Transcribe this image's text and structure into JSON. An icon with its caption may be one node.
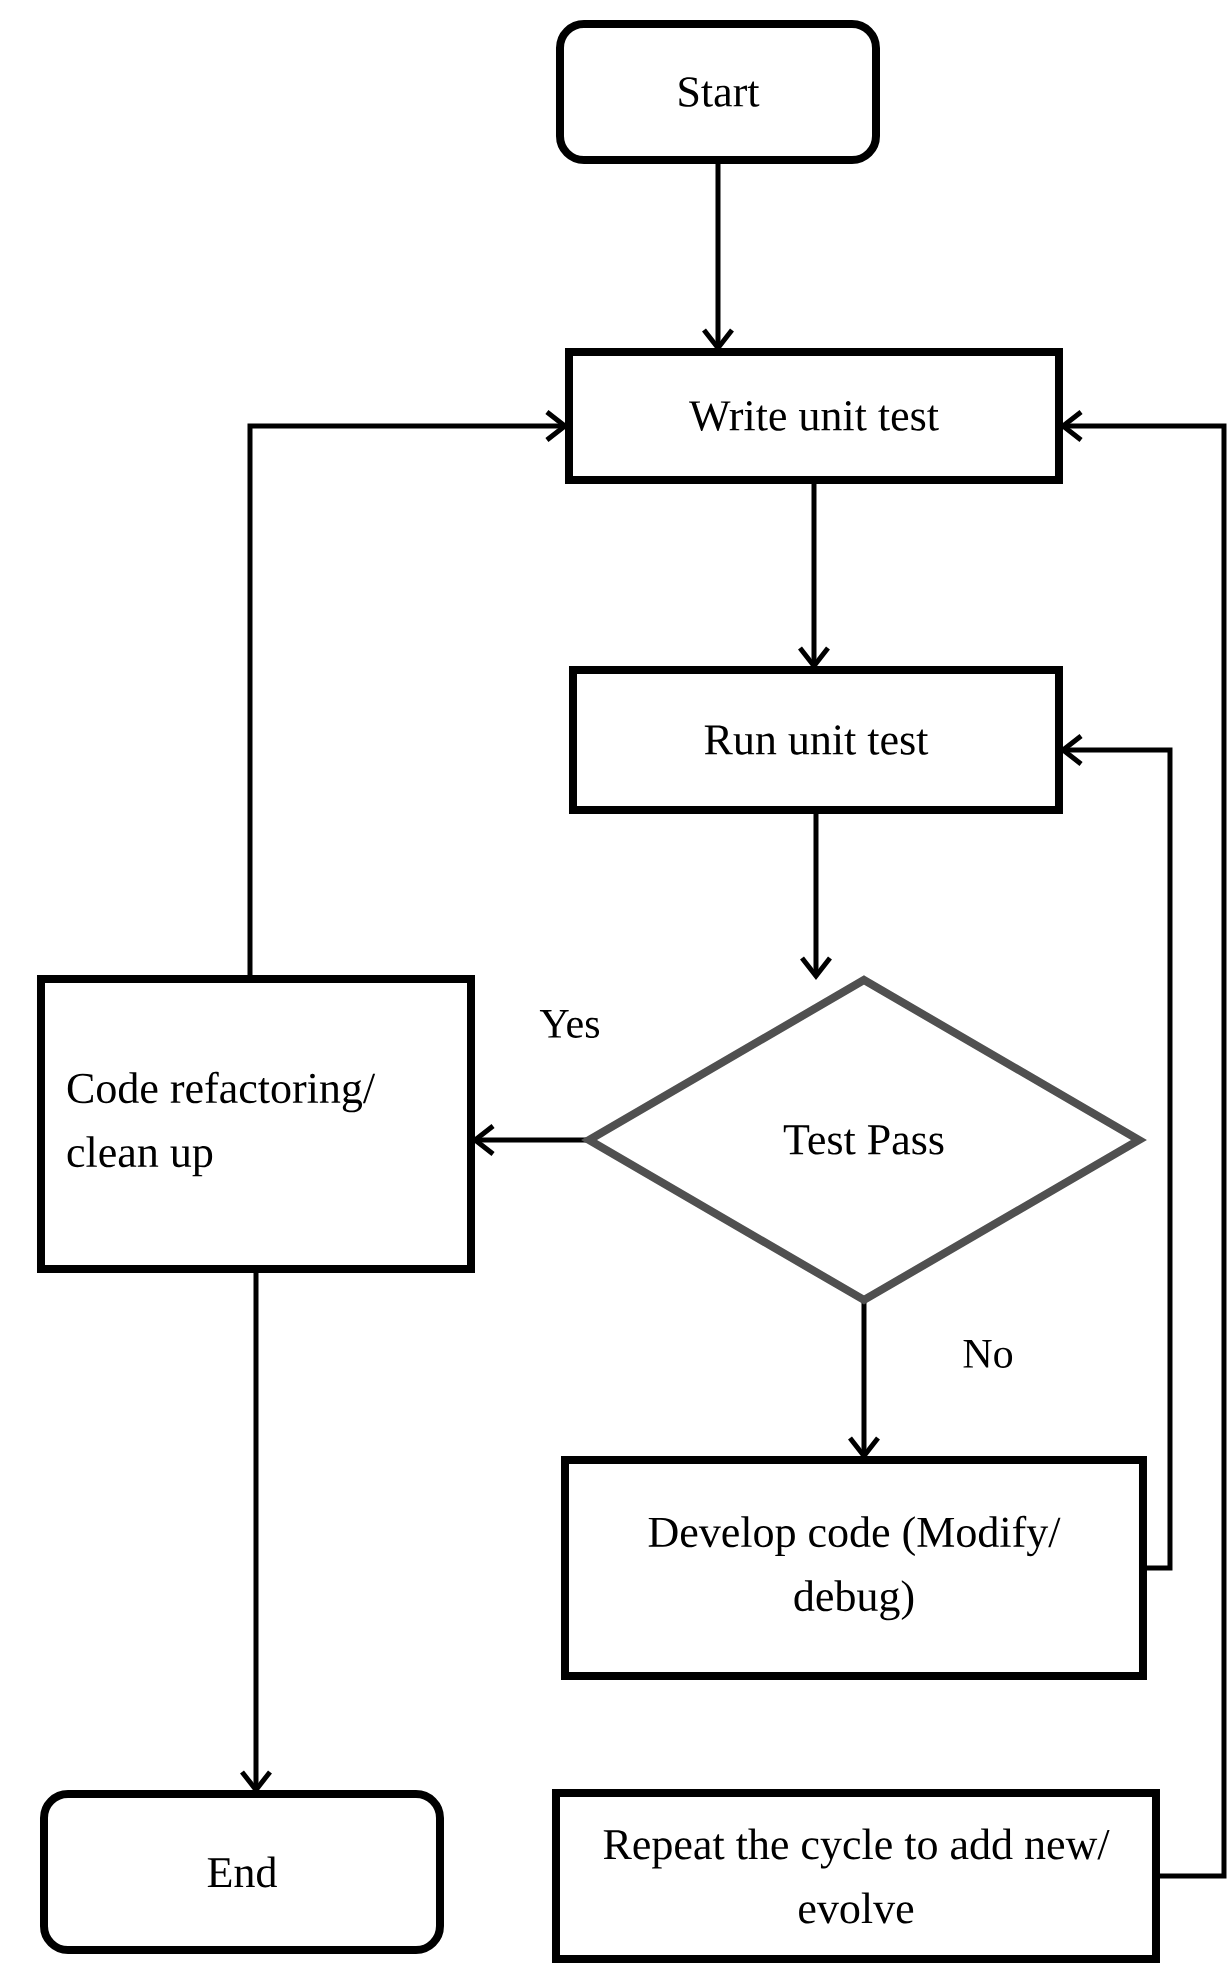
{
  "diagram": {
    "nodes": [
      {
        "text": [
          "Start"
        ]
      },
      {
        "text": [
          "Write unit test"
        ]
      },
      {
        "text": [
          "Run unit test"
        ]
      },
      {
        "text": [
          "Test Pass"
        ]
      },
      {
        "text": [
          "Code refactoring/ clean up"
        ]
      },
      {
        "text": [
          "Develop code (Modify/ debug)"
        ]
      },
      {
        "text": [
          "End"
        ]
      },
      {
        "text": [
          "Repeat the cycle to add new/ evolve"
        ]
      }
    ],
    "edges": [
      {
        "from": 0,
        "to": 1,
        "arrow": "to"
      },
      {
        "from": 1,
        "to": 2,
        "arrow": "to"
      },
      {
        "from": 2,
        "to": 3,
        "arrow": "to"
      },
      {
        "from": 3,
        "to": 4,
        "arrow": "to",
        "label": "Yes"
      },
      {
        "from": 3,
        "to": 5,
        "arrow": "to",
        "label": "No"
      },
      {
        "from": 5,
        "to": 2,
        "arrow": "to"
      },
      {
        "from": 4,
        "to": 1,
        "arrow": "to"
      },
      {
        "from": 4,
        "to": 6,
        "arrow": "to"
      },
      {
        "from": 7,
        "to": 1,
        "arrow": "to"
      }
    ]
  }
}
